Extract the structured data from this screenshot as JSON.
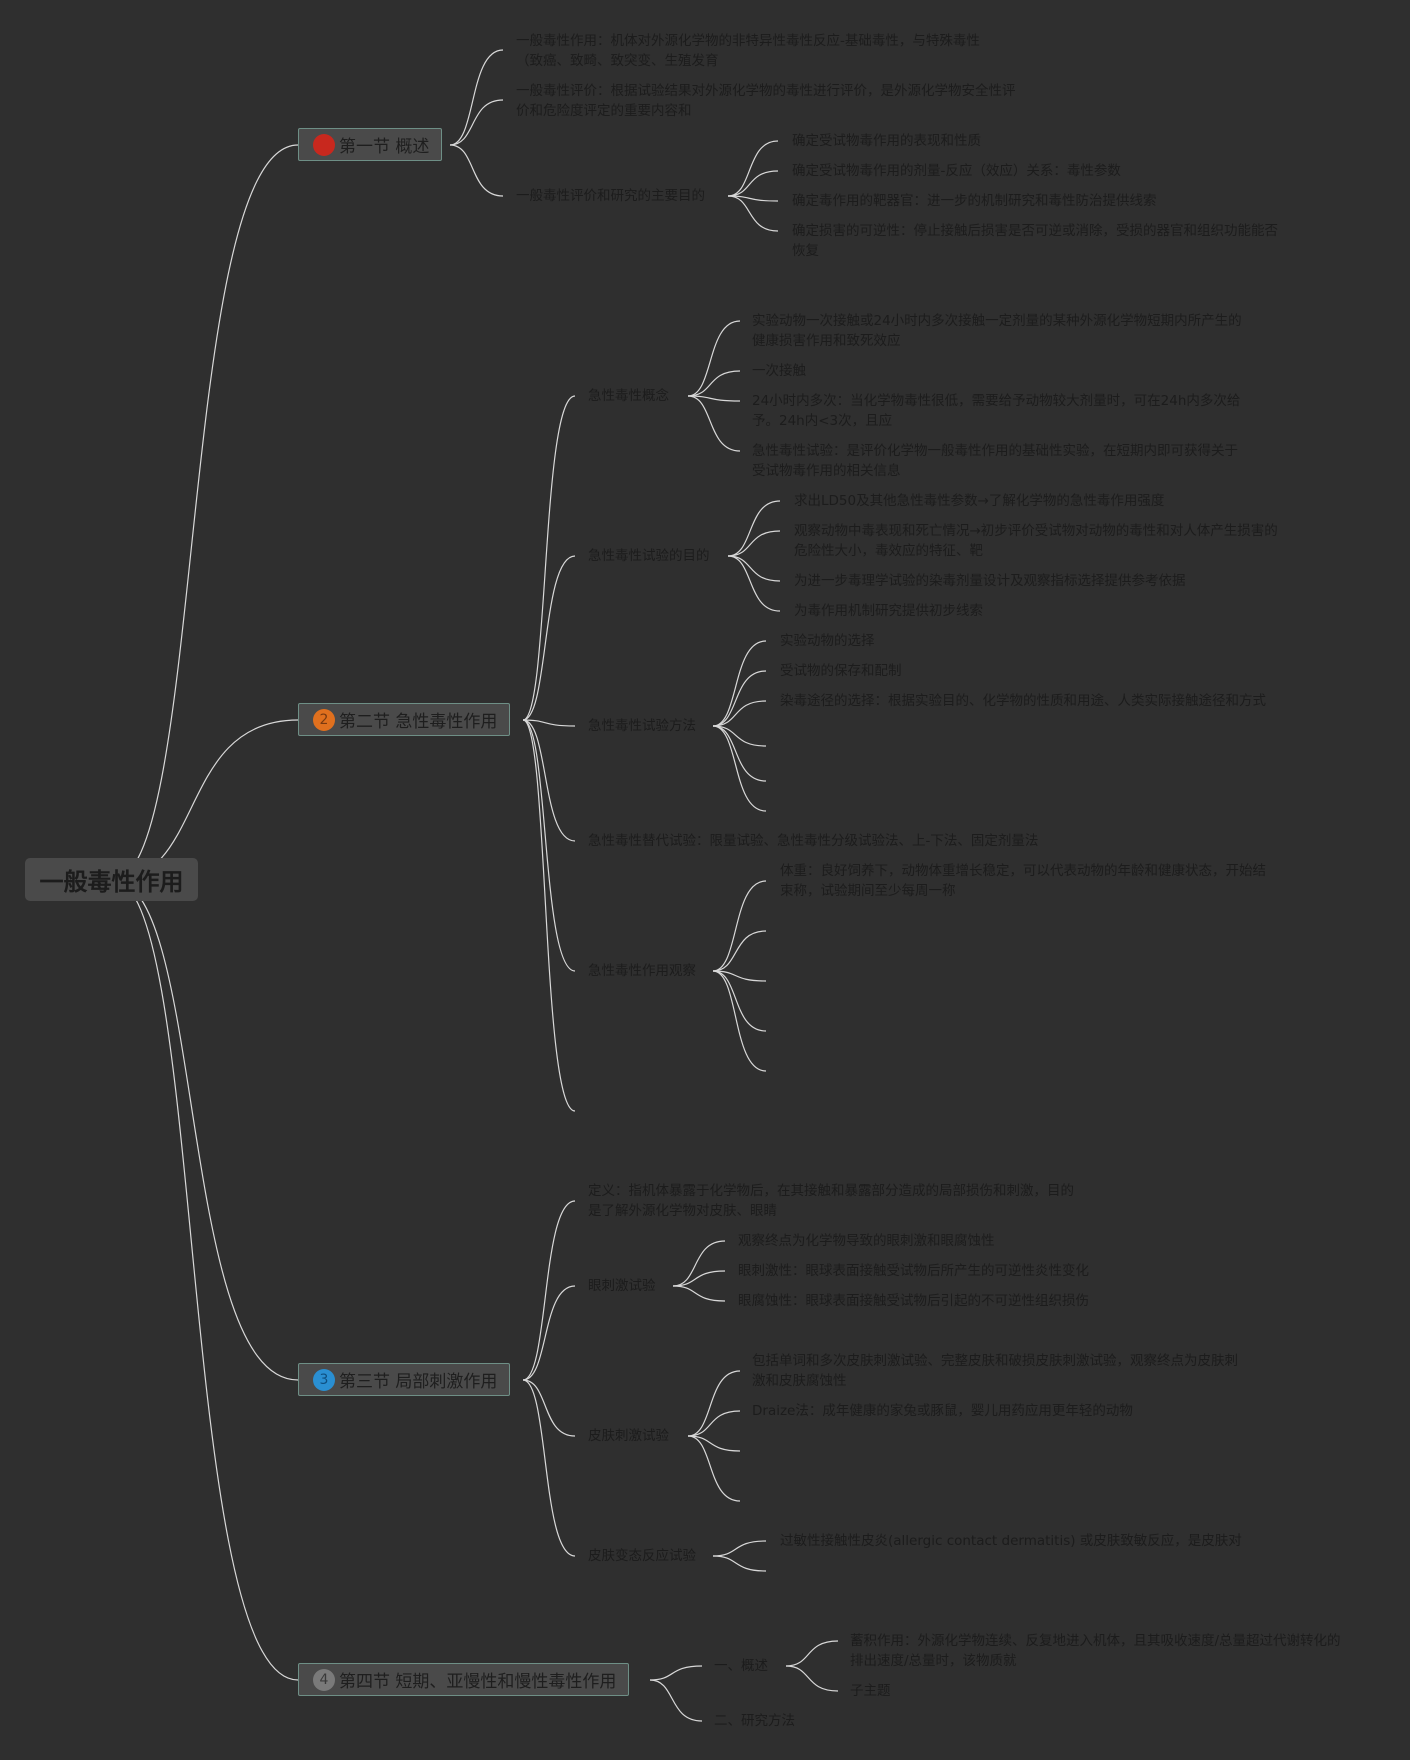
{
  "root": {
    "label": "一般毒性作用"
  },
  "colors": {
    "background": "#2f2f2f",
    "link": "#d8d8d8",
    "badge1": "#c8281e",
    "badge2": "#e0701e",
    "badge3": "#2a8fd2",
    "badge4": "#7a7a7a"
  },
  "sections": [
    {
      "badge": "1",
      "title": "第一节 概述",
      "items": [
        "一般毒性作用：机体对外源化学物的非特异性毒性反应-基础毒性，与特殊毒性（致癌、致畸、致突变、生殖发育",
        "一般毒性评价：根据试验结果对外源化学物的毒性进行评价，是外源化学物安全性评价和危险度评定的重要内容和",
        "一般毒性评价和研究的主要目的"
      ],
      "purposes": [
        "确定受试物毒作用的表现和性质",
        "确定受试物毒作用的剂量-反应（效应）关系：毒性参数",
        "确定毒作用的靶器官：进一步的机制研究和毒性防治提供线索",
        "确定损害的可逆性：停止接触后损害是否可逆或消除，受损的器官和组织功能能否恢复"
      ]
    },
    {
      "badge": "2",
      "title": "第二节 急性毒性作用",
      "concept": {
        "label": "急性毒性概念",
        "items": [
          "实验动物一次接触或24小时内多次接触一定剂量的某种外源化学物短期内所产生的健康损害作用和致死效应",
          "一次接触",
          "24小时内多次：当化学物毒性很低，需要给予动物较大剂量时，可在24h内多次给予。24h内<3次，且应",
          "急性毒性试验：是评价化学物一般毒性作用的基础性实验，在短期内即可获得关于受试物毒作用的相关信息"
        ]
      },
      "purpose": {
        "label": "急性毒性试验的目的",
        "items": [
          "求出LD50及其他急性毒性参数→了解化学物的急性毒作用强度",
          "观察动物中毒表现和死亡情况→初步评价受试物对动物的毒性和对人体产生损害的危险性大小，毒效应的特征、靶",
          "为进一步毒理学试验的染毒剂量设计及观察指标选择提供参考依据",
          "为毒作用机制研究提供初步线索"
        ]
      },
      "method": {
        "label": "急性毒性试验方法",
        "items": [
          "实验动物的选择",
          "受试物的保存和配制",
          "染毒途径的选择：根据实验目的、化学物的性质和用途、人类实际接触途径和方式"
        ]
      },
      "alternative": "急性毒性替代试验：限量试验、急性毒性分级试验法、上-下法、固定剂量法",
      "observation": {
        "label": "急性毒性作用观察",
        "items": [
          "体重：良好饲养下，动物体重增长稳定，可以代表动物的年龄和健康状态，开始结束称，试验期间至少每周一称"
        ]
      }
    },
    {
      "badge": "3",
      "title": "第三节 局部刺激作用",
      "definition": "定义：指机体暴露于化学物后，在其接触和暴露部分造成的局部损伤和刺激，目的是了解外源化学物对皮肤、眼睛",
      "eye": {
        "label": "眼刺激试验",
        "items": [
          "观察终点为化学物导致的眼刺激和眼腐蚀性",
          "眼刺激性：眼球表面接触受试物后所产生的可逆性炎性变化",
          "眼腐蚀性：眼球表面接触受试物后引起的不可逆性组织损伤"
        ]
      },
      "skin": {
        "label": "皮肤刺激试验",
        "items": [
          "包括单词和多次皮肤刺激试验、完整皮肤和破损皮肤刺激试验，观察终点为皮肤刺激和皮肤腐蚀性",
          "Draize法：成年健康的家兔或豚鼠，婴儿用药应用更年轻的动物"
        ]
      },
      "allergy": {
        "label": "皮肤变态反应试验",
        "items": [
          "过敏性接触性皮炎(allergic contact dermatitis) 或皮肤致敏反应，是皮肤对"
        ]
      }
    },
    {
      "badge": "4",
      "title": "第四节 短期、亚慢性和慢性毒性作用",
      "overview": {
        "label": "一、概述",
        "items": [
          "蓄积作用：外源化学物连续、反复地进入机体，且其吸收速度/总量超过代谢转化的排出速度/总量时，该物质就",
          "子主题"
        ]
      },
      "methods_label": "二、研究方法"
    }
  ]
}
